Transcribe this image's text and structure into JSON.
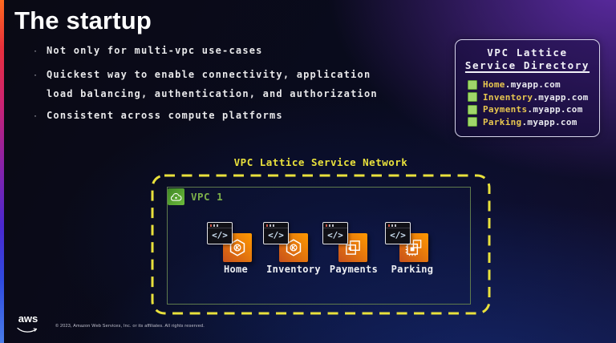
{
  "slide": {
    "title": "The startup",
    "bullet_char": "·",
    "bullets": [
      {
        "lines": [
          "Not only for multi-vpc use-cases"
        ]
      },
      {
        "lines": [
          "Quickest way to enable connectivity, application",
          "load balancing, authentication, and authorization"
        ]
      },
      {
        "lines": [
          "Consistent across compute platforms"
        ]
      }
    ]
  },
  "directory": {
    "title_line1": "VPC Lattice",
    "title_line2": "Service Directory",
    "items": [
      {
        "name": "Home",
        "domain": ".myapp.com"
      },
      {
        "name": "Inventory",
        "domain": ".myapp.com"
      },
      {
        "name": "Payments",
        "domain": ".myapp.com"
      },
      {
        "name": "Parking",
        "domain": ".myapp.com"
      }
    ]
  },
  "network": {
    "label": "VPC Lattice Service Network",
    "vpc_label": "VPC 1",
    "code_glyph": "</>",
    "services": [
      {
        "label": "Home",
        "icon": "eks-icon"
      },
      {
        "label": "Inventory",
        "icon": "eks-icon"
      },
      {
        "label": "Payments",
        "icon": "ecs-icon"
      },
      {
        "label": "Parking",
        "icon": "ec2-icon"
      }
    ]
  },
  "footer": {
    "logo_text": "aws",
    "copyright": "© 2023, Amazon Web Services, Inc. or its affiliates. All rights reserved."
  },
  "colors": {
    "accent_yellow": "#E9E13C",
    "directory_item_gold": "#E7C64F",
    "vpc_green": "#7DB04A",
    "directory_square_green": "#9FD66A",
    "icon_orange_dark": "#C8511B",
    "icon_orange_light": "#FF9900",
    "bg_purple": "#45217A",
    "bg_navy": "#090B1E"
  }
}
